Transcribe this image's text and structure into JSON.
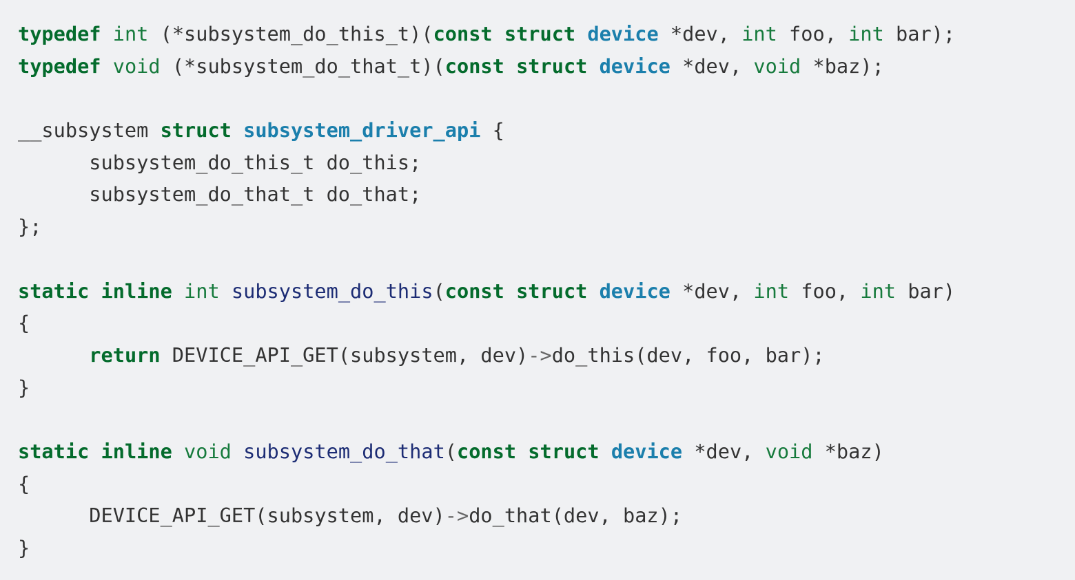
{
  "code_block": {
    "lines": [
      [
        [
          "typedef",
          "kw"
        ],
        [
          " ",
          "tx"
        ],
        [
          "int",
          "ty"
        ],
        [
          " (*subsystem_do_this_t)(",
          "tx"
        ],
        [
          "const",
          "kw"
        ],
        [
          " ",
          "tx"
        ],
        [
          "struct",
          "kw"
        ],
        [
          " ",
          "tx"
        ],
        [
          "device",
          "nc"
        ],
        [
          " *dev, ",
          "tx"
        ],
        [
          "int",
          "ty"
        ],
        [
          " foo, ",
          "tx"
        ],
        [
          "int",
          "ty"
        ],
        [
          " bar);",
          "tx"
        ]
      ],
      [
        [
          "typedef",
          "kw"
        ],
        [
          " ",
          "tx"
        ],
        [
          "void",
          "ty"
        ],
        [
          " (*subsystem_do_that_t)(",
          "tx"
        ],
        [
          "const",
          "kw"
        ],
        [
          " ",
          "tx"
        ],
        [
          "struct",
          "kw"
        ],
        [
          " ",
          "tx"
        ],
        [
          "device",
          "nc"
        ],
        [
          " *dev, ",
          "tx"
        ],
        [
          "void",
          "ty"
        ],
        [
          " *baz);",
          "tx"
        ]
      ],
      [],
      [
        [
          "__subsystem ",
          "tx"
        ],
        [
          "struct",
          "kw"
        ],
        [
          " ",
          "tx"
        ],
        [
          "subsystem_driver_api",
          "nc"
        ],
        [
          " {",
          "tx"
        ]
      ],
      [
        [
          "      subsystem_do_this_t do_this;",
          "tx"
        ]
      ],
      [
        [
          "      subsystem_do_that_t do_that;",
          "tx"
        ]
      ],
      [
        [
          "};",
          "tx"
        ]
      ],
      [],
      [
        [
          "static",
          "kw"
        ],
        [
          " ",
          "tx"
        ],
        [
          "inline",
          "kw"
        ],
        [
          " ",
          "tx"
        ],
        [
          "int",
          "ty"
        ],
        [
          " ",
          "tx"
        ],
        [
          "subsystem_do_this",
          "fn"
        ],
        [
          "(",
          "tx"
        ],
        [
          "const",
          "kw"
        ],
        [
          " ",
          "tx"
        ],
        [
          "struct",
          "kw"
        ],
        [
          " ",
          "tx"
        ],
        [
          "device",
          "nc"
        ],
        [
          " *dev, ",
          "tx"
        ],
        [
          "int",
          "ty"
        ],
        [
          " foo, ",
          "tx"
        ],
        [
          "int",
          "ty"
        ],
        [
          " bar)",
          "tx"
        ]
      ],
      [
        [
          "{",
          "tx"
        ]
      ],
      [
        [
          "      ",
          "tx"
        ],
        [
          "return",
          "kw"
        ],
        [
          " DEVICE_API_GET(subsystem, dev)",
          "tx"
        ],
        [
          "->",
          "op"
        ],
        [
          "do_this(dev, foo, bar);",
          "tx"
        ]
      ],
      [
        [
          "}",
          "tx"
        ]
      ],
      [],
      [
        [
          "static",
          "kw"
        ],
        [
          " ",
          "tx"
        ],
        [
          "inline",
          "kw"
        ],
        [
          " ",
          "tx"
        ],
        [
          "void",
          "ty"
        ],
        [
          " ",
          "tx"
        ],
        [
          "subsystem_do_that",
          "fn"
        ],
        [
          "(",
          "tx"
        ],
        [
          "const",
          "kw"
        ],
        [
          " ",
          "tx"
        ],
        [
          "struct",
          "kw"
        ],
        [
          " ",
          "tx"
        ],
        [
          "device",
          "nc"
        ],
        [
          " *dev, ",
          "tx"
        ],
        [
          "void",
          "ty"
        ],
        [
          " *baz)",
          "tx"
        ]
      ],
      [
        [
          "{",
          "tx"
        ]
      ],
      [
        [
          "      DEVICE_API_GET(subsystem, dev)",
          "tx"
        ],
        [
          "->",
          "op"
        ],
        [
          "do_that(dev, baz);",
          "tx"
        ]
      ],
      [
        [
          "}",
          "tx"
        ]
      ]
    ]
  },
  "colors": {
    "keyword": "#046b2c",
    "type": "#167a3c",
    "class_name": "#1b7fac",
    "function": "#1c2c74",
    "text": "#333333",
    "background": "#f0f1f3"
  }
}
